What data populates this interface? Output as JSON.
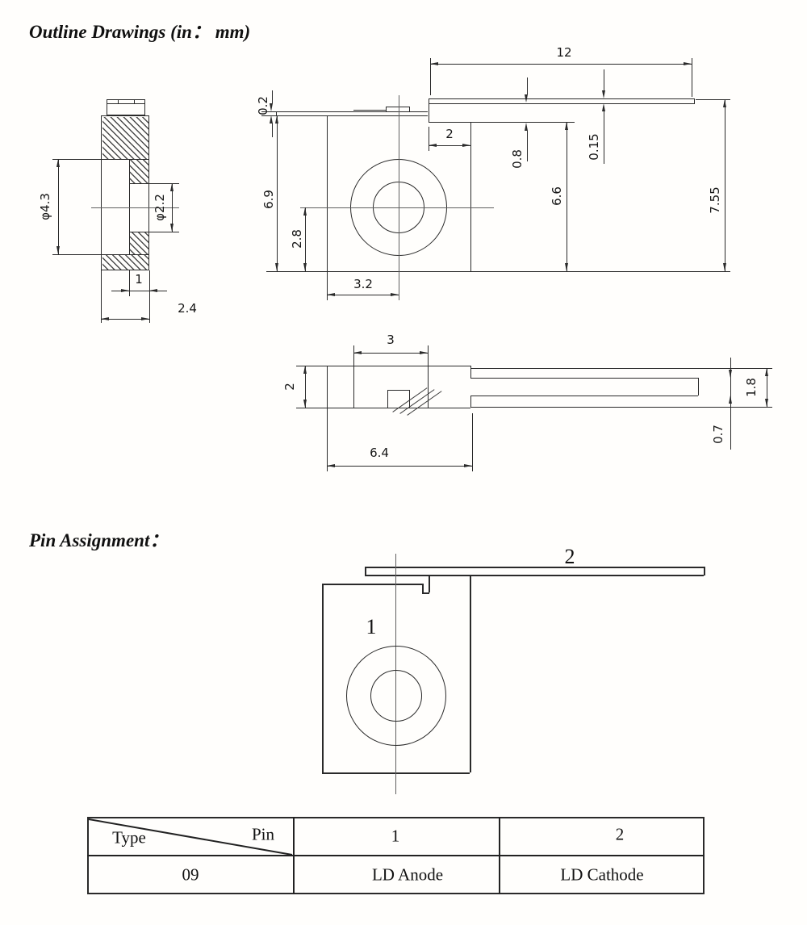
{
  "title": "Outline Drawings (in： mm)",
  "pin_section_title": "Pin Assignment：",
  "side_view": {
    "outer_dia": "φ4.3",
    "inner_dia": "φ2.2",
    "inner_depth": "1",
    "total_width": "2.4"
  },
  "front_view": {
    "plate_thickness": "0.2",
    "body_height": "6.9",
    "center_height": "2.8",
    "center_offset": "3.2",
    "notch_width": "2",
    "notch_depth": "0.8",
    "lower_height": "6.6",
    "lead_thickness": "0.15",
    "lead_length": "12",
    "total_height": "7.55"
  },
  "top_view": {
    "inner_length": "3",
    "thickness": "2",
    "body_length": "6.4",
    "lead_width": "1.8",
    "slot_width": "0.7"
  },
  "pin_view": {
    "pin1": "1",
    "pin2": "2"
  },
  "pin_table": {
    "type_label": "Type",
    "pin_label": "Pin",
    "pin1_col": "1",
    "pin2_col": "2",
    "type_value": "09",
    "pin1_value": "LD Anode",
    "pin2_value": "LD Cathode"
  }
}
